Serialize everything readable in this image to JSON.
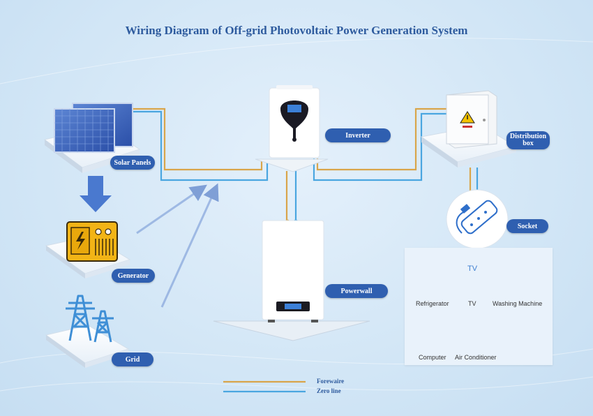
{
  "title": "Wiring Diagram of Off-grid Photovoltaic Power Generation System",
  "labels": {
    "solar_panels": "Solar Panels",
    "generator": "Generator",
    "grid": "Grid",
    "inverter": "Inverter",
    "powerwall": "Powerwall",
    "distribution_line1": "Distribution",
    "distribution_line2": "box",
    "socket": "Socket"
  },
  "appliances": {
    "refrigerator": "Refrigerator",
    "tv": "TV",
    "tv_icon_text": "TV",
    "washing_machine": "Washing Machine",
    "computer": "Computer",
    "air_conditioner": "Air Conditioner"
  },
  "legend": {
    "fire_wire": "Forewaire",
    "zero_line": "Zero line"
  },
  "colors": {
    "fire_wire": "#d9a54a",
    "zero_line": "#4aa6e0",
    "tag": "#2f5fb0",
    "title": "#2e5b9e",
    "icon": "#3f7fd0"
  }
}
